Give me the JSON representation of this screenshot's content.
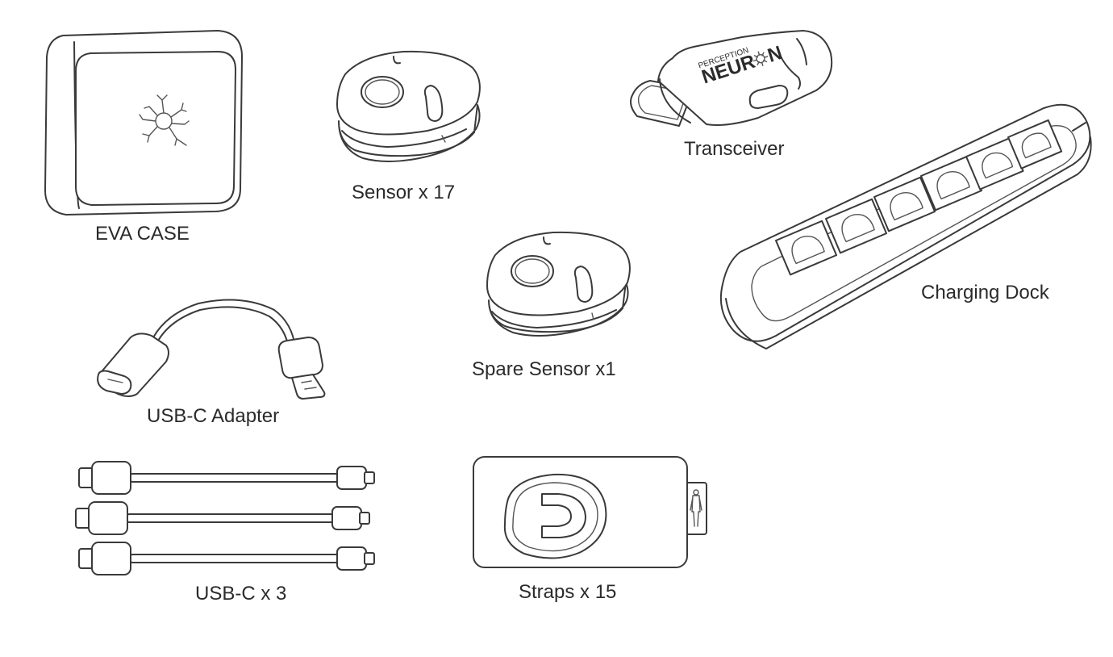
{
  "items": {
    "eva_case": {
      "label": "EVA CASE"
    },
    "sensor": {
      "label": "Sensor x 17"
    },
    "transceiver": {
      "label": "Transceiver",
      "brand_small": "PERCEPTION",
      "brand_large": "NEUR",
      "brand_large_end": "N"
    },
    "spare_sensor": {
      "label": "Spare Sensor x1"
    },
    "charging_dock": {
      "label": "Charging Dock"
    },
    "usbc_adapter": {
      "label": "USB-C Adapter"
    },
    "usbc_cables": {
      "label": "USB-C x 3"
    },
    "straps": {
      "label": "Straps x 15"
    }
  },
  "colors": {
    "line": "#3a3a3a",
    "text": "#2b2b2b",
    "background": "#ffffff"
  }
}
